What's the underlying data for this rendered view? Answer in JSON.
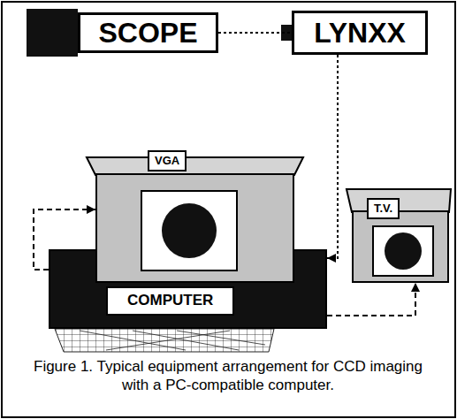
{
  "diagram": {
    "caption": "Figure 1. Typical equipment arrangement for CCD imaging with a PC-compatible computer.",
    "nodes": [
      {
        "text": [
          "SCOPE"
        ]
      },
      {
        "text": [
          "LYNXX"
        ]
      },
      {
        "text": [
          "VGA"
        ]
      },
      {
        "text": [
          "COMPUTER"
        ]
      },
      {
        "text": [
          "T.V."
        ]
      }
    ],
    "edges": [
      {
        "from": 0,
        "to": 1,
        "arrow": "none"
      },
      {
        "from": 1,
        "to": 3,
        "arrow": "to"
      },
      {
        "from": 3,
        "to": 2,
        "arrow": "to"
      },
      {
        "from": 3,
        "to": 4,
        "arrow": "to"
      }
    ]
  }
}
